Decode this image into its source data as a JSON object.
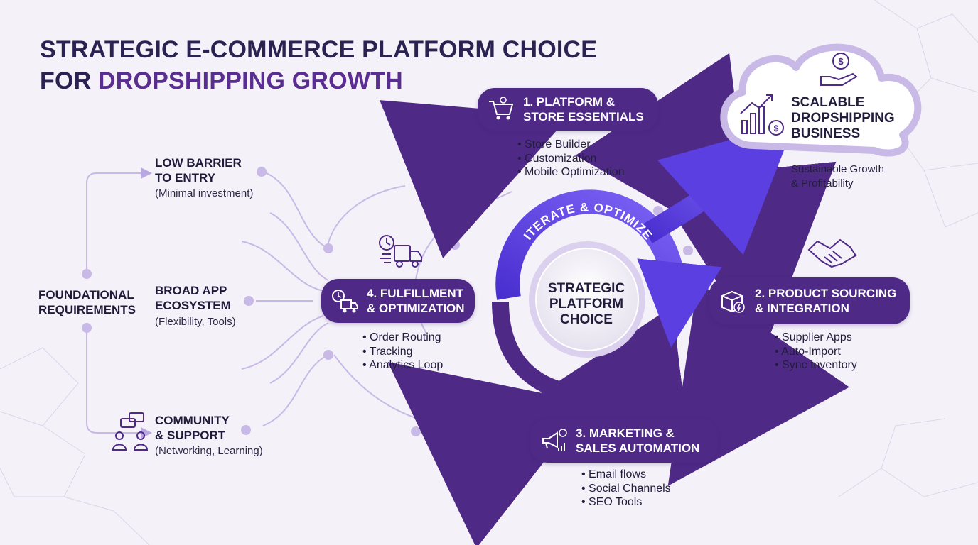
{
  "title": {
    "line1": "STRATEGIC E-COMMERCE PLATFORM CHOICE",
    "line2_prefix": "FOR ",
    "line2_accent": "DROPSHIPPING GROWTH"
  },
  "foundational": {
    "label": "FOUNDATIONAL\nREQUIREMENTS",
    "items": [
      {
        "title": "LOW BARRIER\nTO ENTRY",
        "subtitle": "(Minimal investment)"
      },
      {
        "title": "BROAD APP\nECOSYSTEM",
        "subtitle": "(Flexibility, Tools)"
      },
      {
        "title": "COMMUNITY\n& SUPPORT",
        "subtitle": "(Networking, Learning)",
        "icon": "chat-people-icon"
      }
    ]
  },
  "center": {
    "label": "STRATEGIC\nPLATFORM\nCHOICE",
    "ring_text": "ITERATE & OPTIMIZE"
  },
  "steps": [
    {
      "label": "1. PLATFORM &\nSTORE ESSENTIALS",
      "icon": "shopping-cart-icon",
      "bullets": [
        "Store Builder",
        "Customization",
        "Mobile Optimization"
      ]
    },
    {
      "label": "2. PRODUCT SOURCING\n& INTEGRATION",
      "icon": "package-icon",
      "bullets": [
        "Supplier Apps",
        "Auto-Import",
        "Sync Inventory"
      ]
    },
    {
      "label": "3. MARKETING &\nSALES AUTOMATION",
      "icon": "megaphone-icon",
      "bullets": [
        "Email flows",
        "Social Channels",
        "SEO Tools"
      ]
    },
    {
      "label": "4. FULFILLMENT\n& OPTIMIZATION",
      "icon": "delivery-truck-icon",
      "bullets": [
        "Order Routing",
        "Tracking",
        "Analytics Loop"
      ]
    }
  ],
  "outcome": {
    "title": "SCALABLE\nDROPSHIPPING\nBUSINESS",
    "subtitle": "Sustainable Growth\n& Profitability",
    "icons": [
      "growth-chart-icon",
      "dollar-hand-icon"
    ]
  },
  "colors": {
    "primary": "#4e2a86",
    "accent": "#5a2d91",
    "highlight": "#6a4cf0",
    "light": "#c8b9e6",
    "background": "#f4f1f9"
  }
}
